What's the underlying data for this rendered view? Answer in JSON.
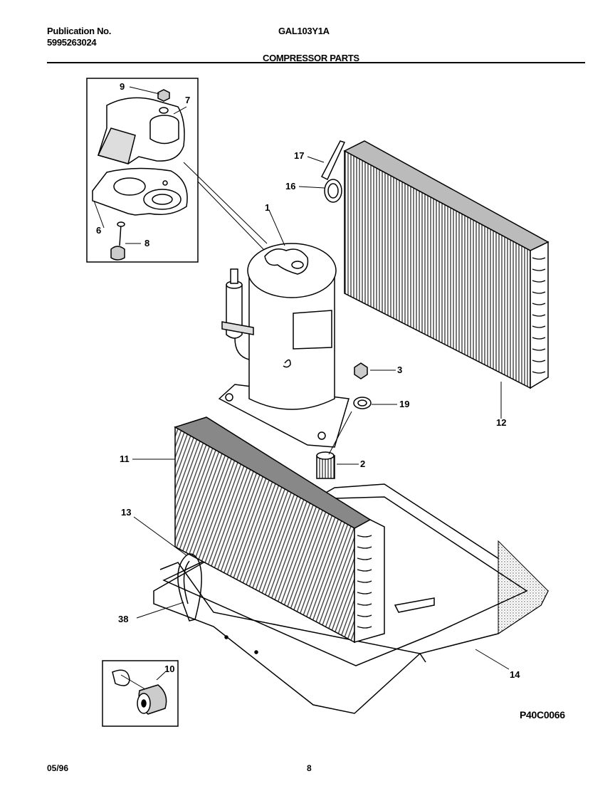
{
  "header": {
    "publication_label": "Publication No.",
    "publication_number": "5995263024",
    "model": "GAL103Y1A",
    "section_title": "COMPRESSOR PARTS"
  },
  "diagram_code": "P40C0066",
  "footer": {
    "date": "05/96",
    "page": "8"
  },
  "callouts": {
    "c1": "1",
    "c2": "2",
    "c3": "3",
    "c6": "6",
    "c7": "7",
    "c8": "8",
    "c9": "9",
    "c10": "10",
    "c11": "11",
    "c12": "12",
    "c13": "13",
    "c14": "14",
    "c16": "16",
    "c17": "17",
    "c19": "19",
    "c38": "38"
  }
}
